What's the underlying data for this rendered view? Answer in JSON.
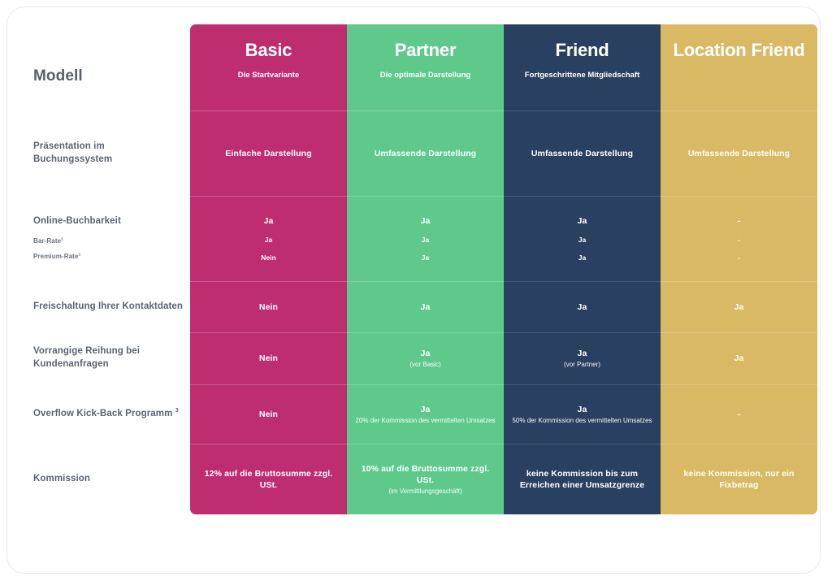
{
  "colors": {
    "basic": "#bf2d71",
    "partner": "#5fc98c",
    "friend": "#2a4060",
    "location": "#d9b964",
    "label_text": "#5b6470",
    "card_border": "#e9e9ea"
  },
  "header": {
    "row_label": "Modell",
    "columns": [
      {
        "title": "Basic",
        "subtitle": "Die Startvariante"
      },
      {
        "title": "Partner",
        "subtitle": "Die optimale Darstellung"
      },
      {
        "title": "Friend",
        "subtitle": "Fortgeschrittene Mitgliedschaft"
      },
      {
        "title": "Location Friend",
        "subtitle": ""
      }
    ]
  },
  "rows": {
    "praesentation": {
      "label": "Präsentation im Buchungssystem",
      "basic": "Einfache Darstellung",
      "partner": "Umfassende Darstellung",
      "friend": "Umfassende Darstellung",
      "location": "Umfassende Darstellung"
    },
    "online": {
      "label": "Online-Buchbarkeit",
      "sub1": "Bar-Rate",
      "sub1_ref": "1",
      "sub2": "Premium-Rate",
      "sub2_ref": "2",
      "basic": {
        "main": "Ja",
        "bar": "Ja",
        "premium": "Nein"
      },
      "partner": {
        "main": "Ja",
        "bar": "Ja",
        "premium": "Ja"
      },
      "friend": {
        "main": "Ja",
        "bar": "Ja",
        "premium": "Ja"
      },
      "location": {
        "main": "-",
        "bar": "-",
        "premium": "-"
      }
    },
    "freischaltung": {
      "label": "Freischaltung Ihrer Kontaktdaten",
      "basic": "Nein",
      "partner": "Ja",
      "friend": "Ja",
      "location": "Ja"
    },
    "vorrangig": {
      "label": "Vorrangige Reihung bei Kundenanfragen",
      "basic": "Nein",
      "partner": "Ja",
      "partner_note": "(vor Basic)",
      "friend": "Ja",
      "friend_note": "(vor Partner)",
      "location": "Ja"
    },
    "overflow": {
      "label": "Overflow Kick-Back Programm",
      "label_ref": "3",
      "basic": "Nein",
      "partner": "Ja",
      "partner_note": "20% der Kommission des vermittelten Umsatzes",
      "friend": "Ja",
      "friend_note": "50% der Kommission des vermittelten Umsatzes",
      "location": "-"
    },
    "kommission": {
      "label": "Kommission",
      "basic": "12% auf die Bruttosumme zzgl. USt.",
      "partner": "10% auf die Bruttosumme zzgl. USt.",
      "partner_note": "(im Vermittlungsgeschäft)",
      "friend": "keine Kommission bis zum Erreichen einer Umsatzgrenze",
      "location": "keine Kommission, nur ein Fixbetrag"
    }
  }
}
